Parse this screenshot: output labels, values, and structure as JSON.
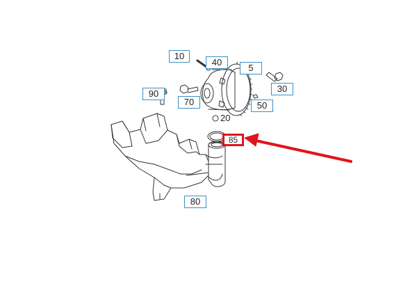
{
  "callouts": {
    "c10": "10",
    "c40": "40",
    "c5": "5",
    "c30": "30",
    "c90": "90",
    "c70": "70",
    "c50": "50",
    "c20": "20",
    "c85": "85",
    "c80": "80"
  },
  "colors": {
    "callout_border": "#3a8fc4",
    "highlight": "#e0141c",
    "line_art": "#333333"
  }
}
